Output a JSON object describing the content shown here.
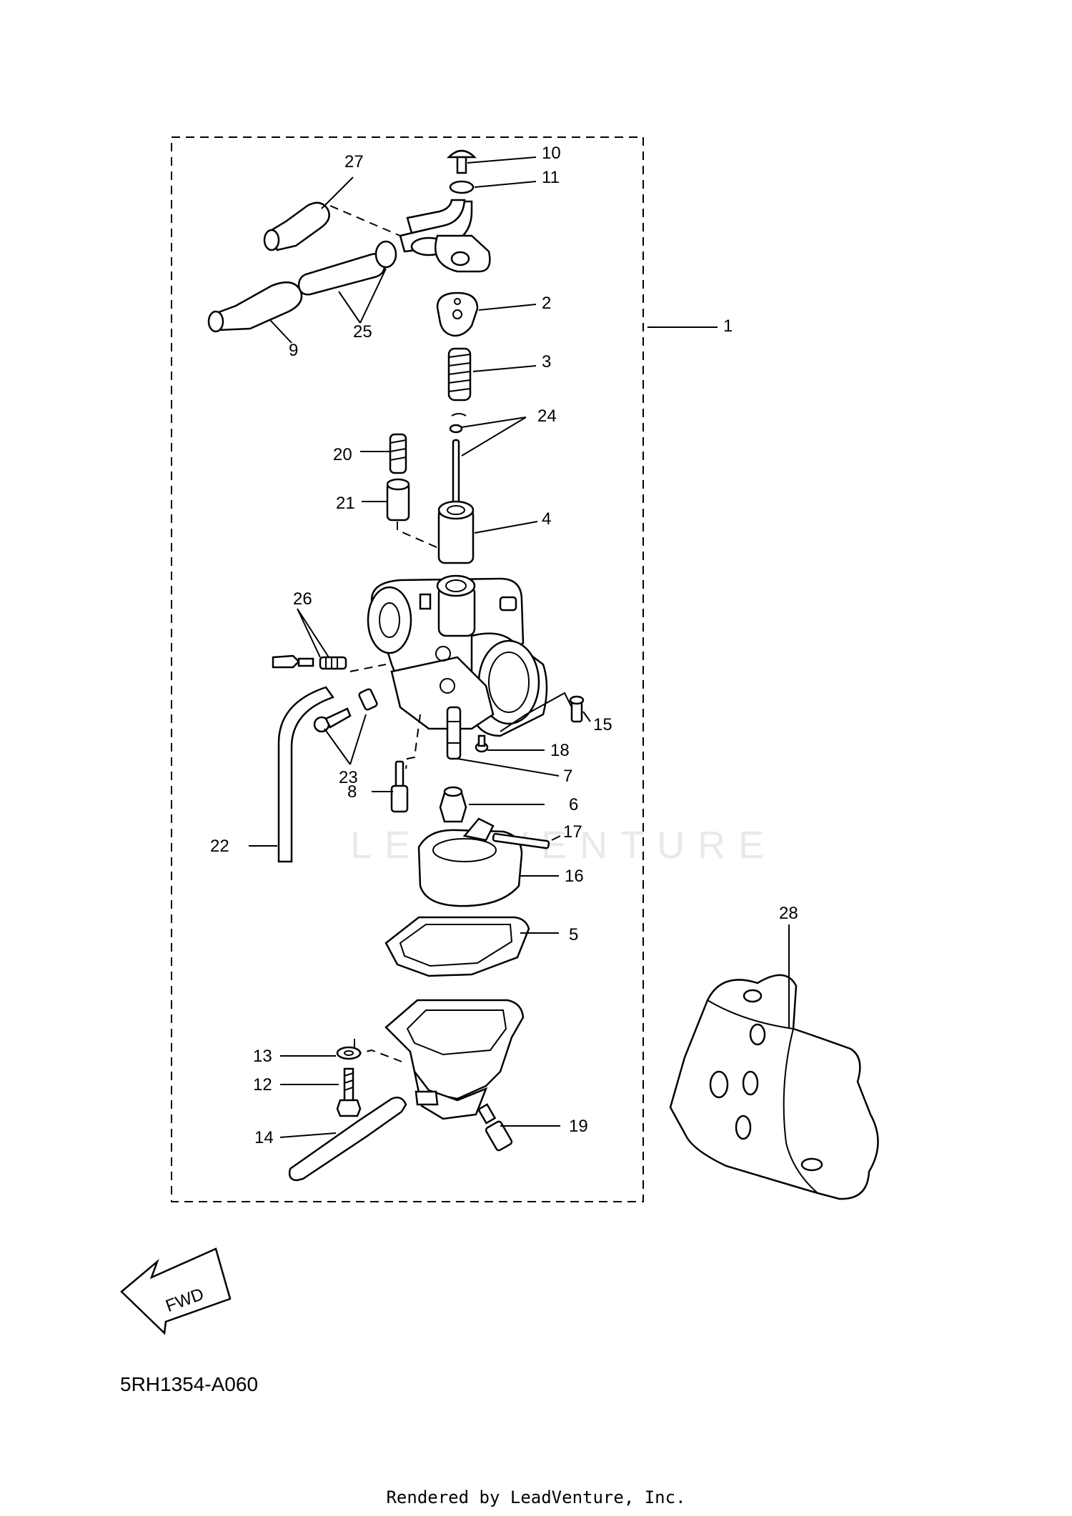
{
  "watermark": "LEADVENTURE",
  "diagram_code": "5RH1354-A060",
  "footer_credit": "Rendered by LeadVenture, Inc.",
  "fwd_label": "FWD",
  "callouts": {
    "c1": "1",
    "c2": "2",
    "c3": "3",
    "c4": "4",
    "c5": "5",
    "c6": "6",
    "c7": "7",
    "c8": "8",
    "c9": "9",
    "c10": "10",
    "c11": "11",
    "c12": "12",
    "c13": "13",
    "c14": "14",
    "c15": "15",
    "c16": "16",
    "c17": "17",
    "c18": "18",
    "c19": "19",
    "c20": "20",
    "c21": "21",
    "c22": "22",
    "c23": "23",
    "c24": "24",
    "c25": "25",
    "c26": "26",
    "c27": "27",
    "c28": "28"
  }
}
